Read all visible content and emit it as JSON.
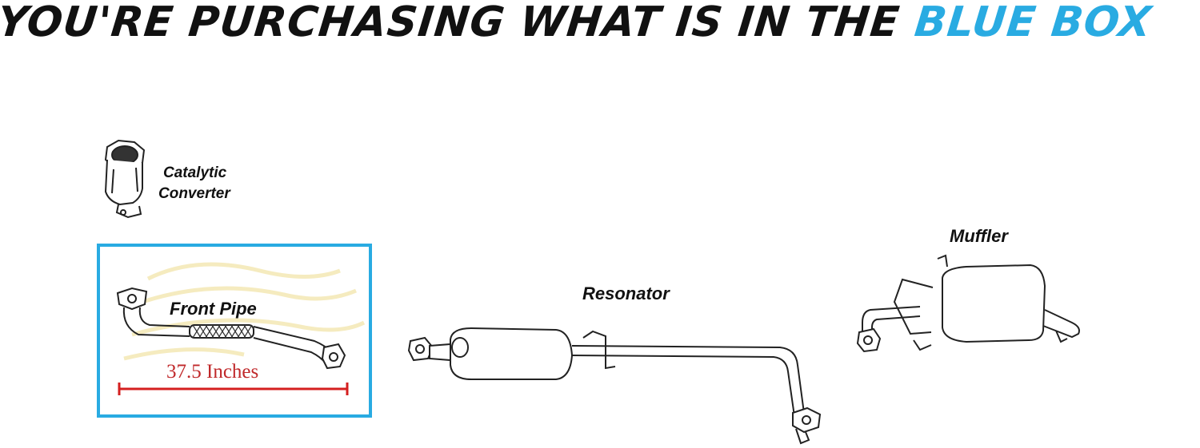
{
  "headline": {
    "text_dark": "YOU'RE PURCHASING WHAT IS IN THE ",
    "text_highlight": "BLUE BOX"
  },
  "parts": {
    "catalytic_converter": {
      "line1": "Catalytic",
      "line2": "Converter"
    },
    "front_pipe": {
      "label": "Front Pipe",
      "length_label": "37.5 Inches"
    },
    "resonator": {
      "label": "Resonator"
    },
    "muffler": {
      "label": "Muffler"
    }
  },
  "colors": {
    "highlight_blue": "#29abe2",
    "measure_red": "#d41f1f",
    "text_dark": "#111111"
  }
}
